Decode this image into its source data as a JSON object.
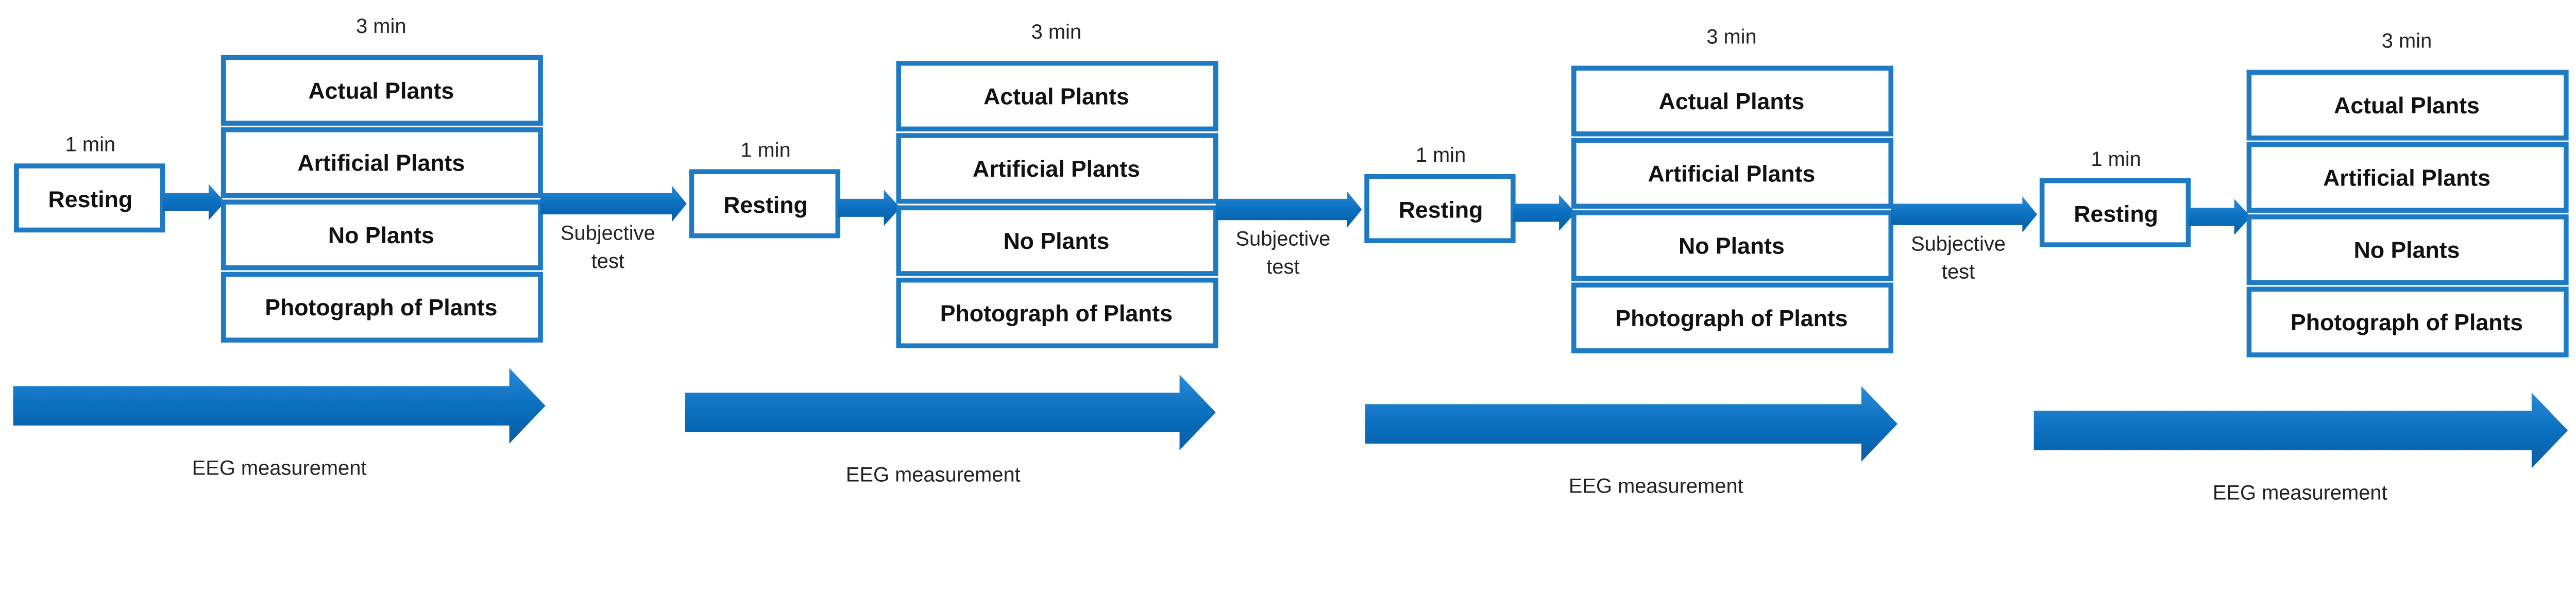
{
  "colors": {
    "box_border": "#1f7ac4",
    "arrow": "#0a6fbf"
  },
  "groups": [
    {
      "resting_duration": "1 min",
      "resting": "Resting",
      "conditions_duration": "3 min",
      "conditions": [
        "Actual Plants",
        "Artificial Plants",
        "No Plants",
        "Photograph of Plants"
      ],
      "transition": [
        "Subjective",
        "test"
      ],
      "measurement": "EEG measurement"
    },
    {
      "resting_duration": "1 min",
      "resting": "Resting",
      "conditions_duration": "3 min",
      "conditions": [
        "Actual Plants",
        "Artificial Plants",
        "No Plants",
        "Photograph of Plants"
      ],
      "transition": [
        "Subjective",
        "test"
      ],
      "measurement": "EEG measurement"
    },
    {
      "resting_duration": "1 min",
      "resting": "Resting",
      "conditions_duration": "3 min",
      "conditions": [
        "Actual Plants",
        "Artificial Plants",
        "No Plants",
        "Photograph of Plants"
      ],
      "transition": [
        "Subjective",
        "test"
      ],
      "measurement": "EEG measurement"
    },
    {
      "resting_duration": "1 min",
      "resting": "Resting",
      "conditions_duration": "3 min",
      "conditions": [
        "Actual Plants",
        "Artificial Plants",
        "No Plants",
        "Photograph of Plants"
      ],
      "measurement": "EEG measurement"
    }
  ]
}
